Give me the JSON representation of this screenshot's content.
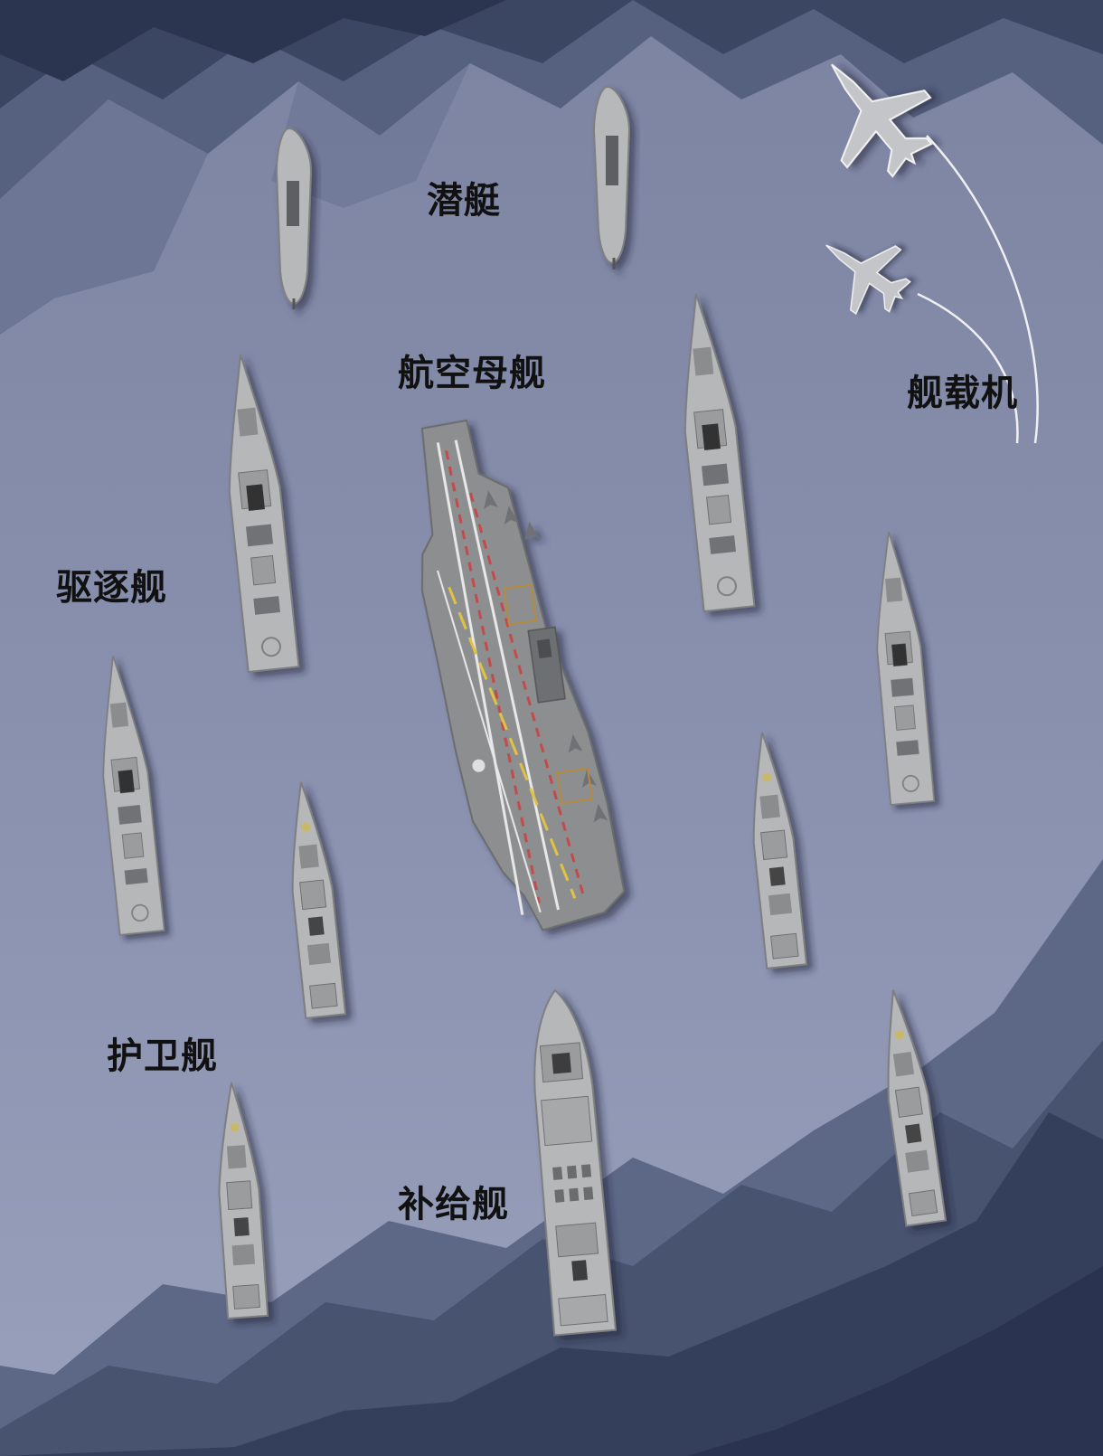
{
  "labels": {
    "submarine": "潜艇",
    "carrier": "航空母舰",
    "aircraft": "舰载机",
    "destroyer": "驱逐舰",
    "frigate": "护卫舰",
    "supply": "补给舰"
  },
  "colors": {
    "sea_light": "#8e96b4",
    "sea_mid": "#6f7896",
    "mountain_dark": "#2e3a55",
    "mountain_mid": "#4a5778",
    "hull": "#b4b6b8",
    "hull_edge": "#7e8082",
    "deck": "#8f9193",
    "marking_yellow": "#e2c341",
    "marking_red": "#c44848",
    "label_text": "#111111"
  },
  "icons": [
    "submarine-icon",
    "aircraft-carrier-icon",
    "destroyer-icon",
    "frigate-icon",
    "supply-ship-icon",
    "fighter-jet-icon"
  ]
}
